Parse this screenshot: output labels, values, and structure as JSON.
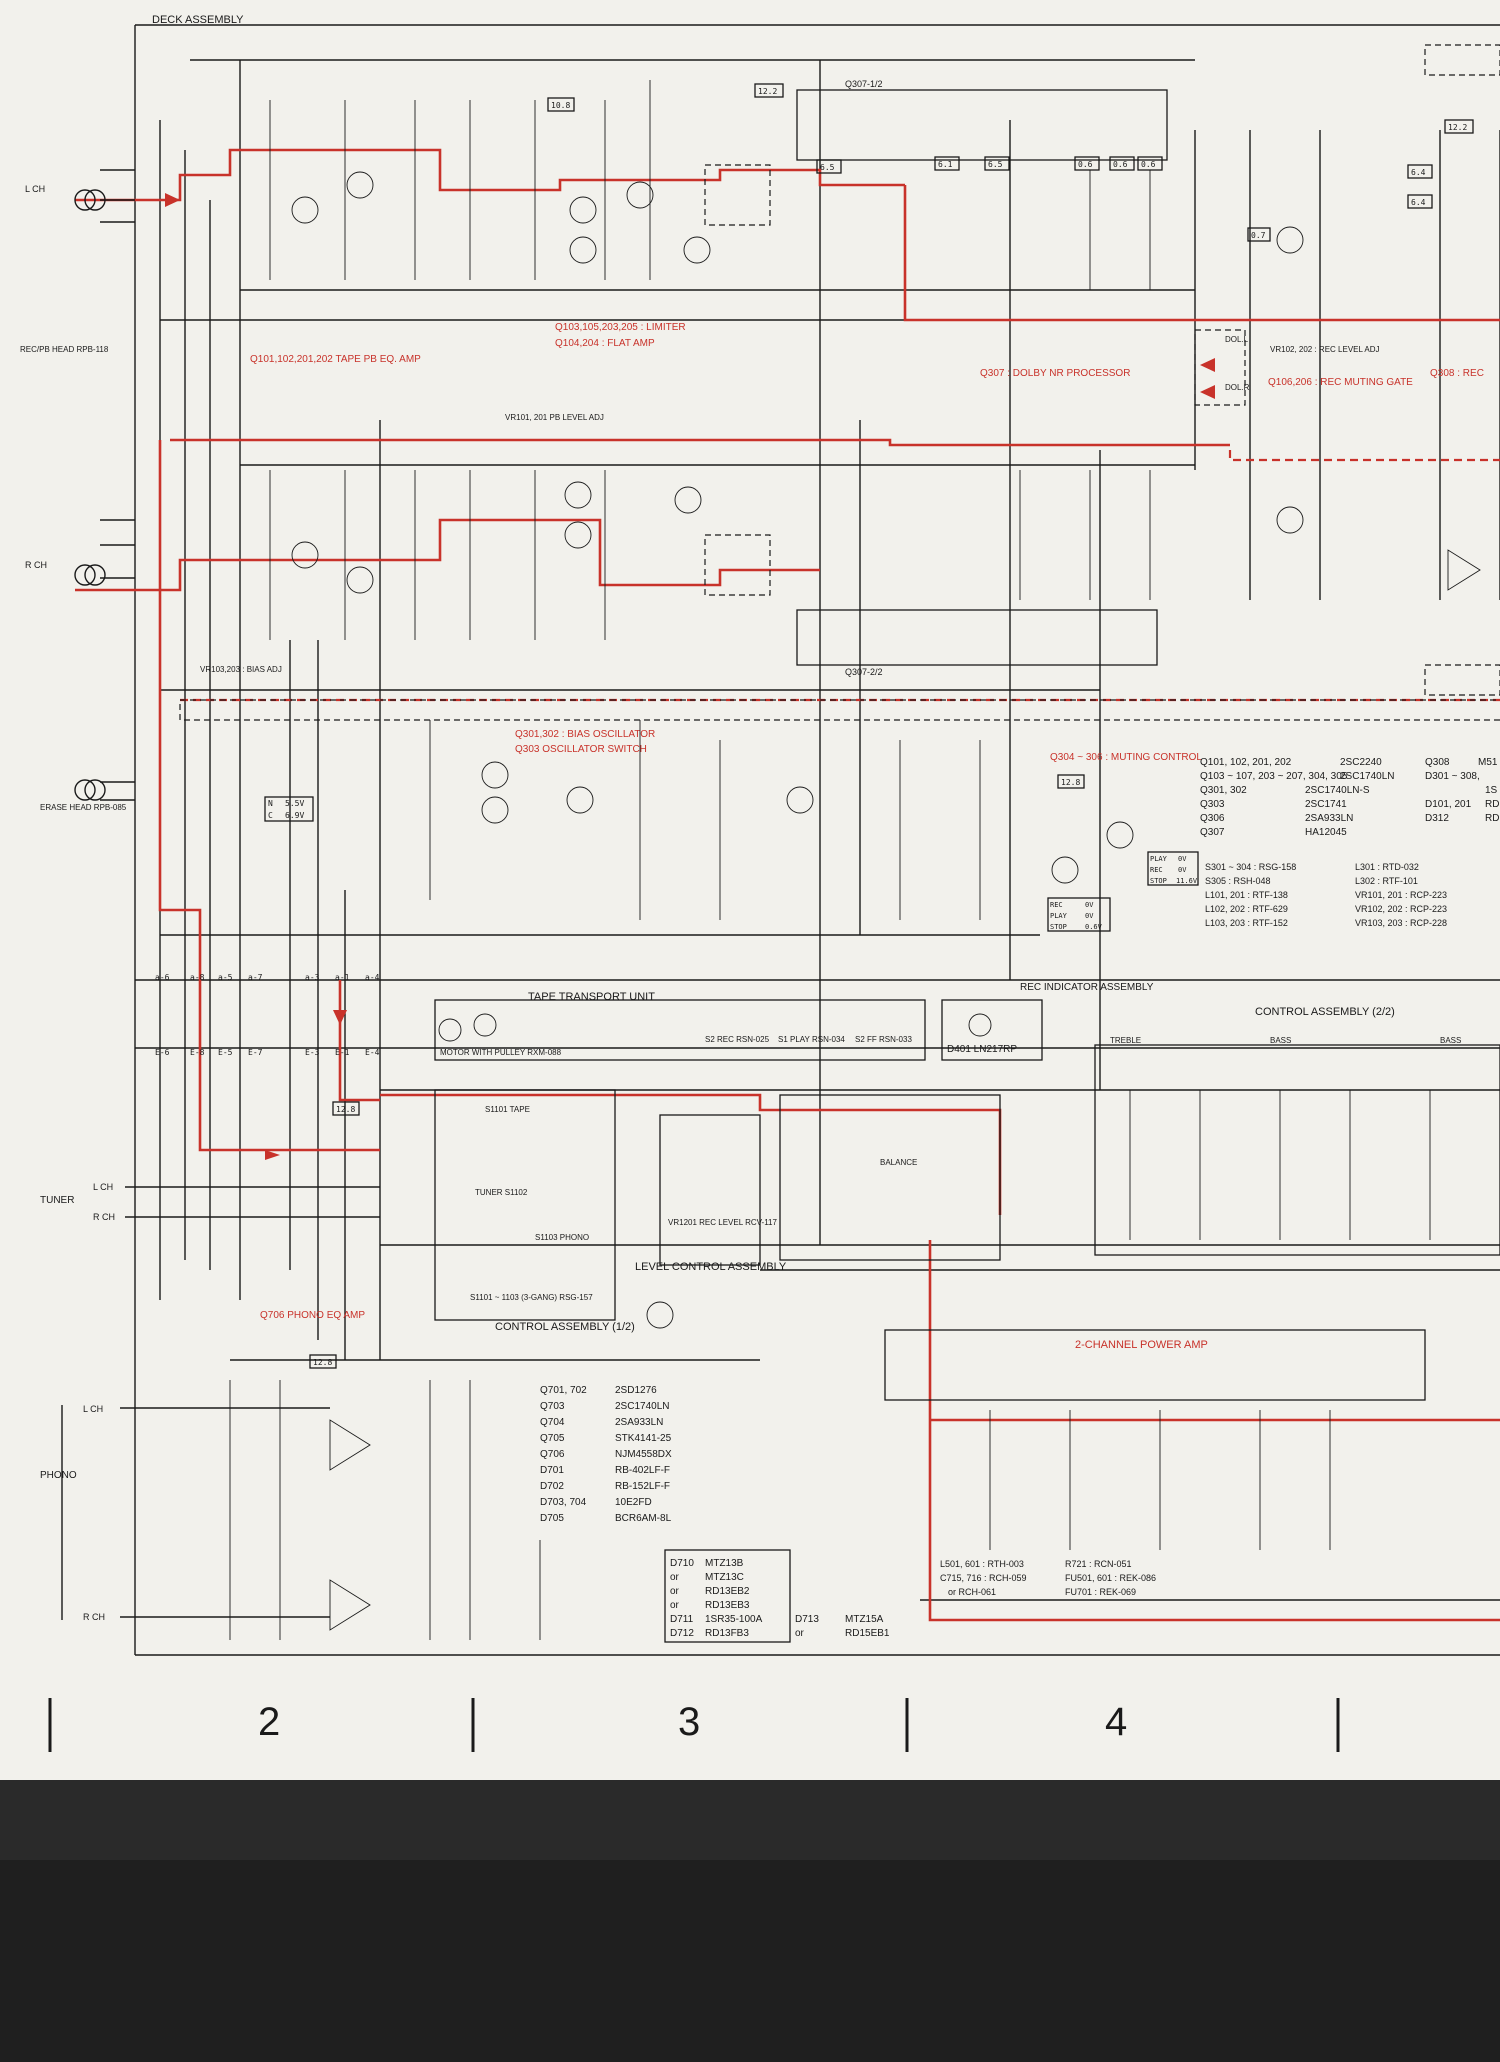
{
  "title": "DECK ASSEMBLY",
  "labels": {
    "lch": "L CH",
    "rch": "R CH",
    "rec_head": "REC/PB HEAD RPB-118",
    "erase_head": "ERASE HEAD RPB-085",
    "tuner": "TUNER",
    "phono": "PHONO",
    "tuner_lch": "L CH",
    "tuner_rch": "R CH",
    "phono_lch": "L CH",
    "phono_rch": "R CH"
  },
  "annotations": {
    "limiter": "Q103,105,203,205 : LIMITER",
    "flat_amp": "Q104,204 : FLAT AMP",
    "tape_pb": "Q101,102,201,202 TAPE PB EQ. AMP",
    "dolby": "Q307 : DOLBY NR PROCESSOR",
    "muting_gate": "Q106,206 : REC MUTING GATE",
    "q308": "Q308 : REC",
    "bias_osc": "Q301,302 : BIAS OSCILLATOR",
    "osc_switch": "Q303 OSCILLATOR SWITCH",
    "muting_control": "Q304 ~ 306 : MUTING CONTROL",
    "phono_eq": "Q706 PHONO EQ AMP",
    "power_amp": "2-CHANNEL POWER AMP",
    "vr_pb": "VR101, 201 PB LEVEL ADJ",
    "vr_rec": "VR102, 202 : REC LEVEL ADJ",
    "vr_bias": "VR103,203 : BIAS ADJ",
    "dol_l": "DOL.L",
    "dol_r": "DOL.R"
  },
  "blocks": {
    "tape_transport": "TAPE TRANSPORT UNIT",
    "motor": "MOTOR WITH PULLEY RXM-088",
    "s2_rec": "S2 REC RSN-025",
    "s1_play": "S1 PLAY RSN-034",
    "s2_ff": "S2 FF RSN-033",
    "rec_indicator": "REC INDICATOR ASSEMBLY",
    "d401": "D401 LN217RP",
    "control_12": "CONTROL ASSEMBLY (1/2)",
    "control_22": "CONTROL ASSEMBLY (2/2)",
    "level_control": "LEVEL CONTROL ASSEMBLY",
    "q307_1": "Q307-1/2",
    "q307_2": "Q307-2/2",
    "treble": "TREBLE",
    "bass": "BASS",
    "balance": "BALANCE",
    "s1101": "S1101 TAPE",
    "tuner_switch": "TUNER S1102",
    "phono_switch": "S1103 PHONO",
    "sw_assembly": "S1101 ~ 1103 (3-GANG) RSG-157",
    "rec_level": "VR1201 REC LEVEL RCV-117"
  },
  "table_semis": [
    [
      "Q101, 102, 201, 202",
      "2SC2240"
    ],
    [
      "Q103 ~ 107, 203 ~ 207, 304, 305",
      "2SC1740LN"
    ],
    [
      "Q301, 302",
      "2SC1740LN-S"
    ],
    [
      "Q303",
      "2SC1741"
    ],
    [
      "Q306",
      "2SA933LN"
    ],
    [
      "Q307",
      "HA12045"
    ]
  ],
  "table_semis_right": [
    [
      "Q308",
      "M51"
    ],
    [
      "D301 ~ 308,",
      "1S"
    ],
    [
      "D101, 201",
      "RD"
    ],
    [
      "D312",
      "RD"
    ]
  ],
  "table_parts": [
    [
      "S301 ~ 304 : RSG-158",
      "L301 : RTD-032"
    ],
    [
      "S305 : RSH-048",
      "L302 : RTF-101"
    ],
    [
      "L101, 201 : RTF-138",
      "VR101, 201 : RCP-223"
    ],
    [
      "L102, 202 : RTF-629",
      "VR102, 202 : RCP-223"
    ],
    [
      "L103, 203 : RTF-152",
      "VR103, 203 : RCP-228"
    ]
  ],
  "table_700": [
    [
      "Q701, 702",
      "2SD1276"
    ],
    [
      "Q703",
      "2SC1740LN"
    ],
    [
      "Q704",
      "2SA933LN"
    ],
    [
      "Q705",
      "STK4141-25"
    ],
    [
      "Q706",
      "NJM4558DX"
    ],
    [
      "D701",
      "RB-402LF-F"
    ],
    [
      "D702",
      "RB-152LF-F"
    ],
    [
      "D703, 704",
      "10E2FD"
    ],
    [
      "D705",
      "BCR6AM-8L"
    ]
  ],
  "table_zener": [
    [
      "D710",
      "MTZ13B"
    ],
    [
      "or",
      "MTZ13C"
    ],
    [
      "or",
      "RD13EB2"
    ],
    [
      "or",
      "RD13EB3"
    ],
    [
      "D711",
      "1SR35-100A"
    ],
    [
      "D712",
      "RD13FB3"
    ]
  ],
  "table_zener2": [
    [
      "D713",
      "MTZ15A"
    ],
    [
      "or",
      "RD15EB1"
    ]
  ],
  "table_coils": [
    [
      "L501, 601 : RTH-003",
      "R721 : RCN-051"
    ],
    [
      "C715, 716 : RCH-059",
      "FU501, 601 : REK-086"
    ],
    [
      "or RCH-061",
      "FU701 : REK-069"
    ]
  ],
  "mode_table_1": [
    [
      "PLAY",
      "0V"
    ],
    [
      "REC",
      "0V"
    ],
    [
      "STOP",
      "11.6V"
    ]
  ],
  "mode_table_2": [
    [
      "REC",
      "0V"
    ],
    [
      "PLAY",
      "0V"
    ],
    [
      "STOP",
      "0.6V"
    ]
  ],
  "mode_table_3": [
    [
      "N",
      "5.5V"
    ],
    [
      "C",
      "6.9V"
    ]
  ],
  "grid": [
    "2",
    "3",
    "4"
  ],
  "connectors_top": [
    "a-6",
    "a-8",
    "a-5",
    "a-7",
    "a-3",
    "a-1",
    "a-4"
  ],
  "connectors_e": [
    "E-6",
    "E-8",
    "E-5",
    "E-7",
    "E-3",
    "E-1",
    "E-4"
  ],
  "voltages": [
    "12.2",
    "10.8",
    "6.5",
    "6.1",
    "6.5",
    "0.6",
    "0.6",
    "0.6",
    "12.2",
    "6.4",
    "6.4",
    "12.8",
    "12.8",
    "12.8",
    "0.7"
  ]
}
